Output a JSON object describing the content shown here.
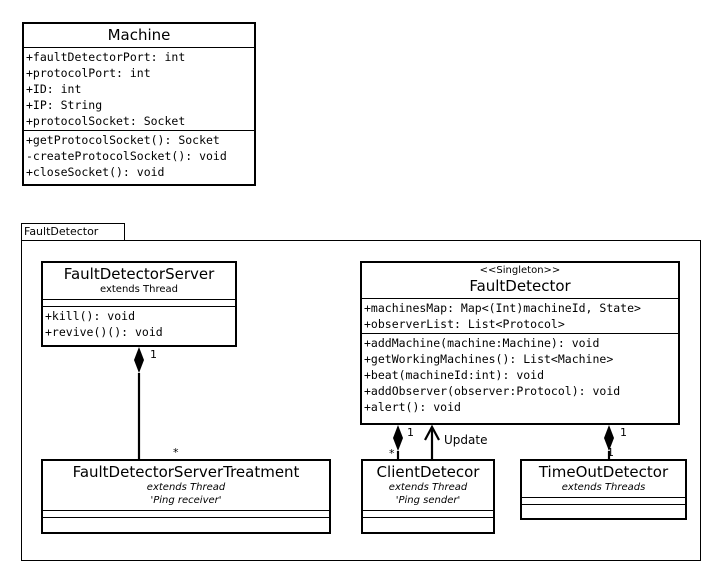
{
  "machine": {
    "name": "Machine",
    "attributes": [
      "+faultDetectorPort: int",
      "+protocolPort: int",
      "+ID: int",
      "+IP: String",
      "+protocolSocket: Socket"
    ],
    "operations": [
      "+getProtocolSocket(): Socket",
      "-createProtocolSocket(): void",
      "+closeSocket(): void"
    ]
  },
  "package": {
    "name": "FaultDetector"
  },
  "fault_detector_server": {
    "name": "FaultDetectorServer",
    "subtitle": "extends Thread",
    "operations": [
      "+kill(): void",
      "+revive()(): void"
    ]
  },
  "fault_detector": {
    "stereotype": "<<Singleton>>",
    "name": "FaultDetector",
    "attributes": [
      "+machinesMap: Map<(Int)machineId, State>",
      "+observerList: List<Protocol>"
    ],
    "operations": [
      "+addMachine(machine:Machine): void",
      "+getWorkingMachines(): List<Machine>",
      "+beat(machineId:int): void",
      "+addObserver(observer:Protocol): void",
      "+alert(): void"
    ]
  },
  "server_treatment": {
    "name": "FaultDetectorServerTreatment",
    "subtitle": "extends Thread",
    "note": "'Ping receiver'"
  },
  "client_detector": {
    "name": "ClientDetecor",
    "subtitle": "extends Thread",
    "note": "'Ping sender'"
  },
  "timeout_detector": {
    "name": "TimeOutDetector",
    "subtitle": "extends Threads"
  },
  "links": {
    "server_to_treatment": {
      "from_mult": "1",
      "to_mult": "*"
    },
    "detector_to_client": {
      "from_mult": "1",
      "to_mult": "*"
    },
    "client_update": {
      "label": "Update"
    },
    "detector_to_timeout": {
      "from_mult": "1",
      "to_mult": "1"
    }
  }
}
